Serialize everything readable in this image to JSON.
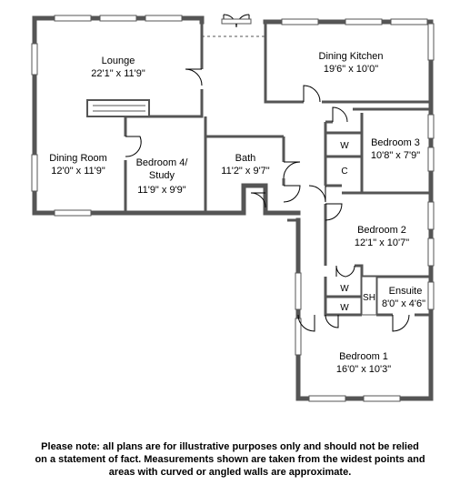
{
  "rooms": {
    "lounge": {
      "name": "Lounge",
      "dims": "22'1\" x 11'9\""
    },
    "dining_kitchen": {
      "name": "Dining Kitchen",
      "dims": "19'6\" x 10'0\""
    },
    "dining_room": {
      "name": "Dining Room",
      "dims": "12'0\" x 11'9\""
    },
    "bedroom4": {
      "name_line1": "Bedroom 4/",
      "name_line2": "Study",
      "dims": "11'9\" x 9'9\""
    },
    "bath": {
      "name": "Bath",
      "dims": "11'2\" x 9'7\""
    },
    "bedroom3": {
      "name": "Bedroom 3",
      "dims": "10'8\" x 7'9\""
    },
    "bedroom2": {
      "name": "Bedroom 2",
      "dims": "12'1\" x 10'7\""
    },
    "ensuite": {
      "name": "Ensuite",
      "dims": "8'0\" x 4'6\""
    },
    "bedroom1": {
      "name": "Bedroom 1",
      "dims": "16'0\" x 10'3\""
    }
  },
  "fixtures": {
    "wardrobe": "W",
    "cupboard": "C",
    "shower": "SH"
  },
  "note": {
    "line1": "Please note: all plans are for illustrative purposes only and should not be relied",
    "line2": "on a statement of fact. Measurements shown are taken from the widest points and",
    "line3": "areas with curved or angled walls are approximate."
  }
}
